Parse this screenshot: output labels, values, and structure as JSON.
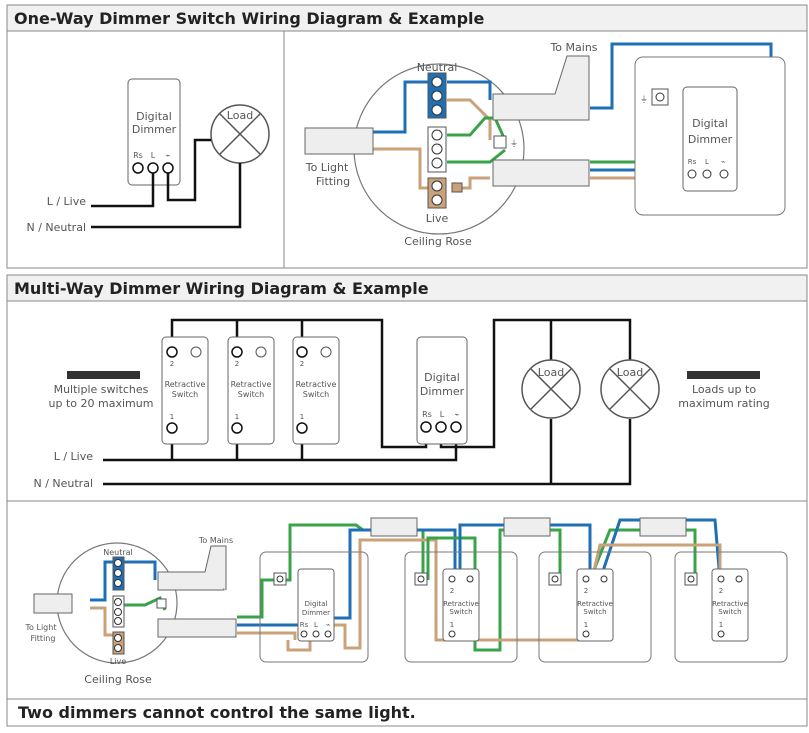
{
  "section1": {
    "title": "One-Way Dimmer Switch Wiring Diagram & Example",
    "schematic": {
      "dimmer_label_1": "Digital",
      "dimmer_label_2": "Dimmer",
      "rs": "Rs",
      "l": "L",
      "dim_symbol": "⌁",
      "load": "Load",
      "live": "L / Live",
      "neutral": "N / Neutral"
    },
    "example": {
      "to_mains": "To Mains",
      "to_light_1": "To Light",
      "to_light_2": "Fitting",
      "neutral": "Neutral",
      "live": "Live",
      "ceiling_rose": "Ceiling Rose",
      "dimmer_label_1": "Digital",
      "dimmer_label_2": "Dimmer",
      "rs": "Rs",
      "l": "L",
      "dim_symbol": "⌁"
    }
  },
  "section2": {
    "title": "Multi-Way Dimmer Wiring Diagram & Example",
    "schematic": {
      "switches_1": "Multiple switches",
      "switches_2": "up to 20 maximum",
      "loads_1": "Loads up to",
      "loads_2": "maximum rating",
      "switch_label_1": "Retractive",
      "switch_label_2": "Switch",
      "term_top": "2",
      "term_bottom": "1",
      "dimmer_label_1": "Digital",
      "dimmer_label_2": "Dimmer",
      "rs": "Rs",
      "l": "L",
      "dim_symbol": "⌁",
      "load": "Load",
      "live": "L / Live",
      "neutral": "N / Neutral"
    },
    "example": {
      "to_mains": "To Mains",
      "to_light_1": "To Light",
      "to_light_2": "Fitting",
      "neutral": "Neutral",
      "live": "Live",
      "ceiling_rose": "Ceiling Rose",
      "dimmer_label_1": "Digital",
      "dimmer_label_2": "Dimmer",
      "rs": "Rs",
      "l": "L",
      "dim_symbol": "⌁",
      "switch_label_1": "Retractive",
      "switch_label_2": "Switch",
      "term_top": "2",
      "term_bottom": "1"
    }
  },
  "footer": {
    "note": "Two dimmers cannot control the same light."
  },
  "colors": {
    "blue": "#1f6fb5",
    "brown": "#c9a27a",
    "green": "#3aa34a",
    "black": "#111111"
  }
}
